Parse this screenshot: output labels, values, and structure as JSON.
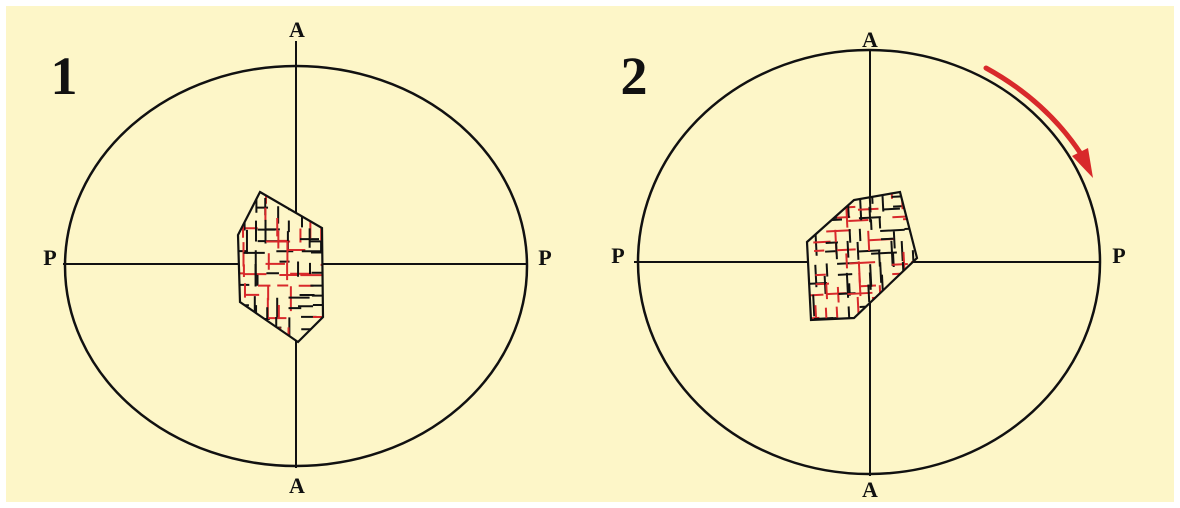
{
  "panels": [
    {
      "number": "1",
      "top_label": "A",
      "bottom_label": "A",
      "left_label": "P",
      "right_label": "P"
    },
    {
      "number": "2",
      "top_label": "A",
      "bottom_label": "A",
      "left_label": "P",
      "right_label": "P",
      "rotation_arrow": "clockwise"
    }
  ],
  "colors": {
    "background": "#fdf6c8",
    "outline": "#111111",
    "fiber_red": "#d8292b",
    "arrow_red": "#d8292b"
  }
}
